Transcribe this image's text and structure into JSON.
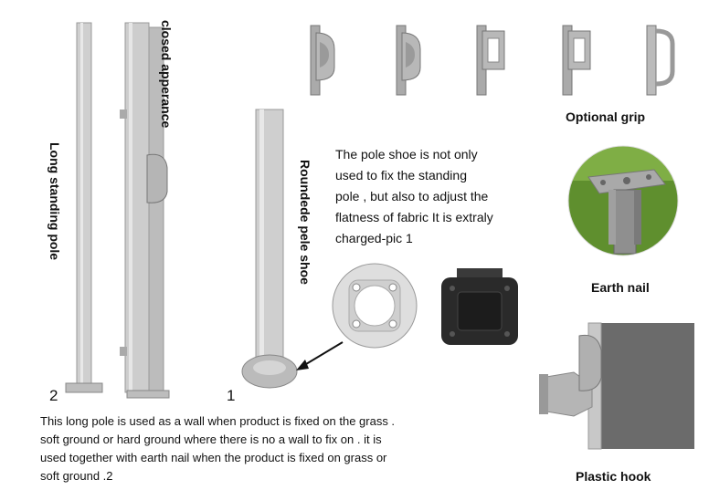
{
  "labels": {
    "long_standing_pole": "Long standing pole",
    "closed_appearance": "closed apperance",
    "rounded_pole_shoe": "Roundede pele shoe",
    "optional_grip": "Optional grip",
    "earth_nail": "Earth nail",
    "plastic_hook": "Plastic hook",
    "num_2": "2",
    "num_1": "1"
  },
  "pole_shoe_text": [
    "The  pole shoe is not only",
    "used to fix the standing",
    "pole , but also to adjust the",
    "flatness of fabric It is extraly",
    "charged-pic 1"
  ],
  "long_pole_text": [
    "This long pole is used as a wall when product is fixed on the grass .",
    "soft ground or hard ground where there is no a wall to fix on . it is",
    "used together with earth nail when the product is fixed on grass or",
    "soft ground .2"
  ],
  "colors": {
    "metal": "#c9c9c9",
    "metal_dark": "#9a9a9a",
    "plastic_black": "#2a2a2a",
    "grass": "#5f8f2e",
    "fabric": "#6b6b6b"
  },
  "icons": [
    "grip-icon",
    "pole-icon",
    "pole-shoe-icon",
    "earth-nail-icon",
    "hook-icon",
    "arrow-icon"
  ]
}
